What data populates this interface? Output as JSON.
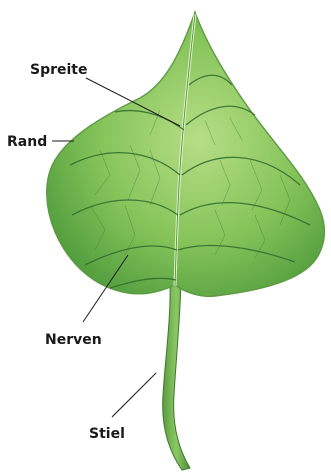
{
  "labels": {
    "spreite": "Spreite",
    "rand": "Rand",
    "nerven": "Nerven",
    "stiel": "Stiel"
  },
  "colors": {
    "leaf_light": "#a8d57a",
    "leaf_mid": "#74b84e",
    "leaf_dark": "#3f8a35",
    "vein": "#2e6a2a",
    "stalk": "#6aac4a",
    "background": "#ffffff",
    "text": "#1a1a1a"
  }
}
